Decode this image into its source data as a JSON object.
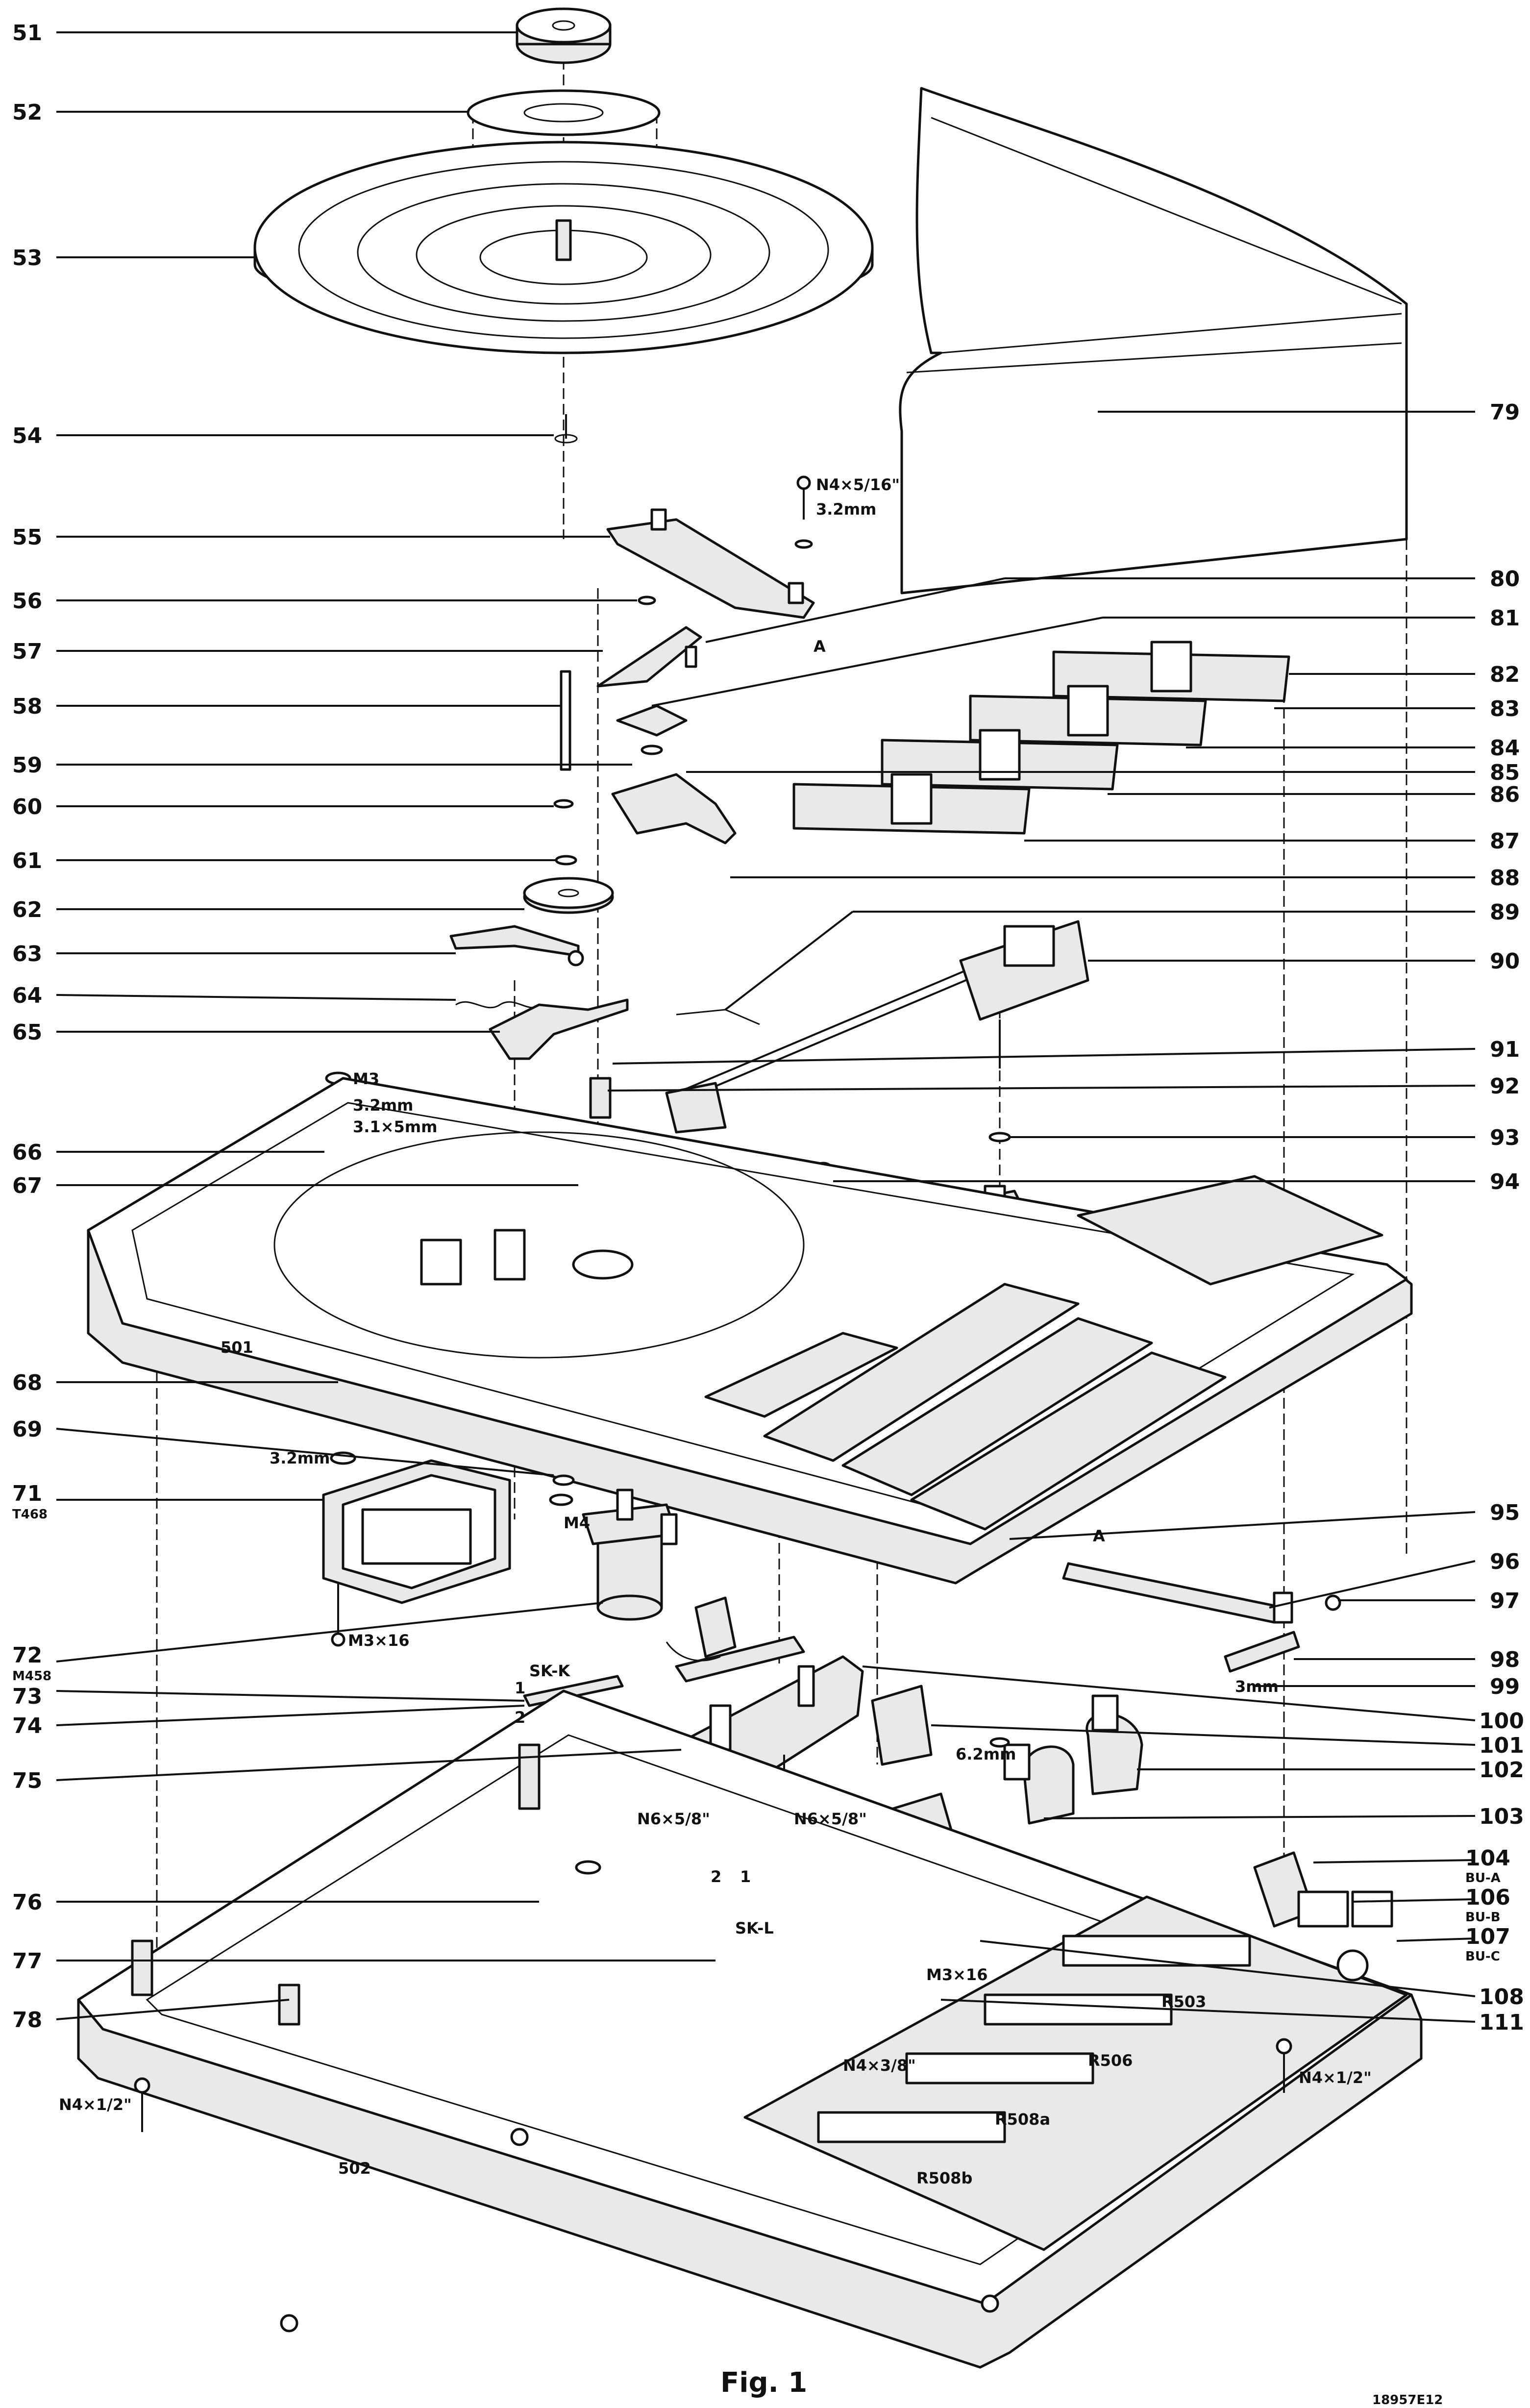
{
  "figure": {
    "caption": "Fig. 1",
    "code": "18957E12"
  },
  "callouts_left": [
    "51",
    "52",
    "53",
    "54",
    "55",
    "56",
    "57",
    "58",
    "59",
    "60",
    "61",
    "62",
    "63",
    "64",
    "65",
    "66",
    "67",
    "68",
    "69",
    "71",
    "72",
    "73",
    "74",
    "75",
    "76",
    "77",
    "78"
  ],
  "callouts_right": [
    "79",
    "80",
    "81",
    "82",
    "83",
    "84",
    "85",
    "86",
    "87",
    "88",
    "89",
    "90",
    "91",
    "92",
    "93",
    "94",
    "95",
    "96",
    "97",
    "98",
    "99",
    "100",
    "101",
    "102",
    "103",
    "104",
    "106",
    "107",
    "108",
    "111"
  ],
  "sub_labels": {
    "c71": "T468",
    "c72": "M458",
    "c104": "BU-A",
    "c106": "BU-B",
    "c107": "BU-C"
  },
  "annotations": {
    "a_n4_516": "N4×5/16\"",
    "a_32mm_top": "3.2mm",
    "a_A_top": "A",
    "a_m3": "M3",
    "a_32mm_left": "3.2mm",
    "a_31x5": "3.1×5mm",
    "a_501": "501",
    "a_32mm_69": "3.2mm",
    "a_m4": "M4",
    "a_m3x16_motor": "M3×16",
    "a_skk": "SK-K",
    "a_1": "1",
    "a_2": "2",
    "a_n6_a": "N6×5/8\"",
    "a_n6_b": "N6×5/8\"",
    "a_skl": "SK-L",
    "a_62mm": "6.2mm",
    "a_3mm": "3mm",
    "a_A_mid": "A",
    "a_m3x16_pcb": "M3×16",
    "a_n4_38": "N4×3/8\"",
    "a_n4_12_left": "N4×1/2\"",
    "a_n4_12_right": "N4×1/2\"",
    "a_502": "502",
    "a_r503": "R503",
    "a_r506": "R506",
    "a_r508a": "R508a",
    "a_r508b": "R508b"
  }
}
